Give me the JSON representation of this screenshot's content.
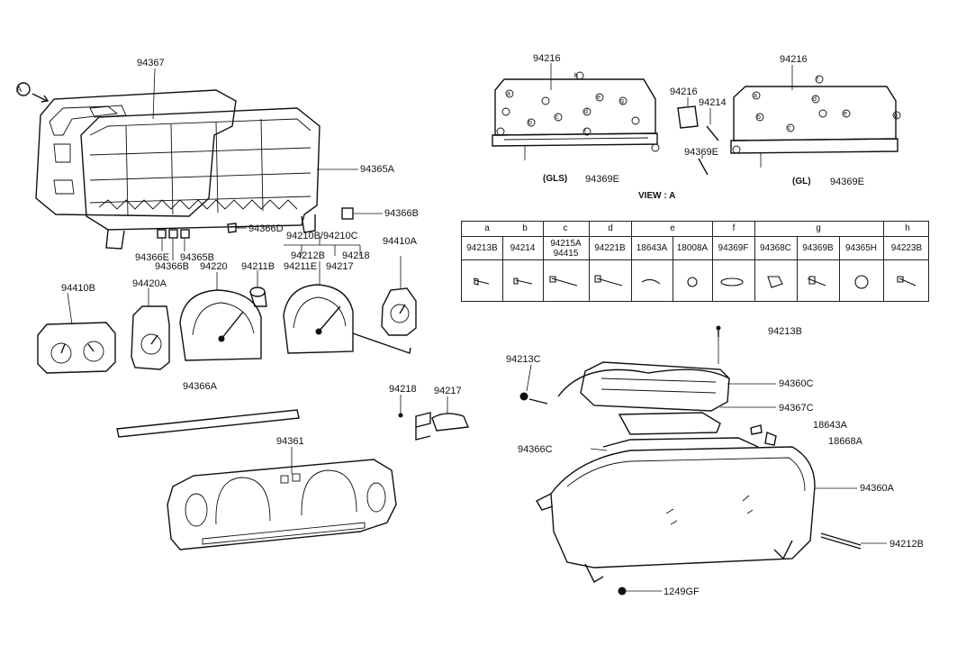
{
  "callouts": {
    "a_marker": "A",
    "p94367": "94367",
    "p94365A": "94365A",
    "p94366B": "94366B",
    "p94366D": "94366D",
    "p94366E": "94366E",
    "p94366B_b": "94366B",
    "p94365B": "94365B",
    "p94210B_C": "94210B/94210C",
    "p94212B": "94212B",
    "p94211E": "94211E",
    "p94217_a": "94217",
    "p94218_a": "94218",
    "p94410A": "94410A",
    "p94410B": "94410B",
    "p94420A": "94420A",
    "p94220": "94220",
    "p94211B": "94211B",
    "p94366A": "94366A",
    "p94218_b": "94218",
    "p94217_b": "94217",
    "p94361": "94361",
    "p94216_gls": "94216",
    "p94216_gl": "94216",
    "p94216_mid": "94216",
    "p94214_mid": "94214",
    "p94369E_mid": "94369E",
    "p94369E_gls": "94369E",
    "p94369E_gl": "94369E",
    "p94213B_top": "94213B",
    "p94213C": "94213C",
    "p94360C": "94360C",
    "p94367C": "94367C",
    "p18643A": "18643A",
    "p18668A": "18668A",
    "p94366C": "94366C",
    "p94360A": "94360A",
    "p94212B_r": "94212B",
    "p1249GF": "1249GF"
  },
  "captions": {
    "gls": "(GLS)",
    "gl": "(GL)",
    "view": "VIEW : A"
  },
  "view_letters_gls": [
    "a",
    "b",
    "c",
    "d",
    "e",
    "f",
    "g",
    "h"
  ],
  "view_letters_gl": [
    "a",
    "b",
    "c",
    "d",
    "e",
    "f",
    "g"
  ],
  "table": {
    "groups": [
      "a",
      "b",
      "c",
      "d",
      "e",
      "f",
      "g",
      "h"
    ],
    "parts": [
      "94213B",
      "94214",
      "94215A\n94415",
      "94221B",
      "18643A",
      "18008A",
      "94369F",
      "94368C",
      "94369B",
      "94365H",
      "94223B"
    ]
  },
  "colors": {
    "ink": "#111111",
    "background": "#ffffff"
  }
}
